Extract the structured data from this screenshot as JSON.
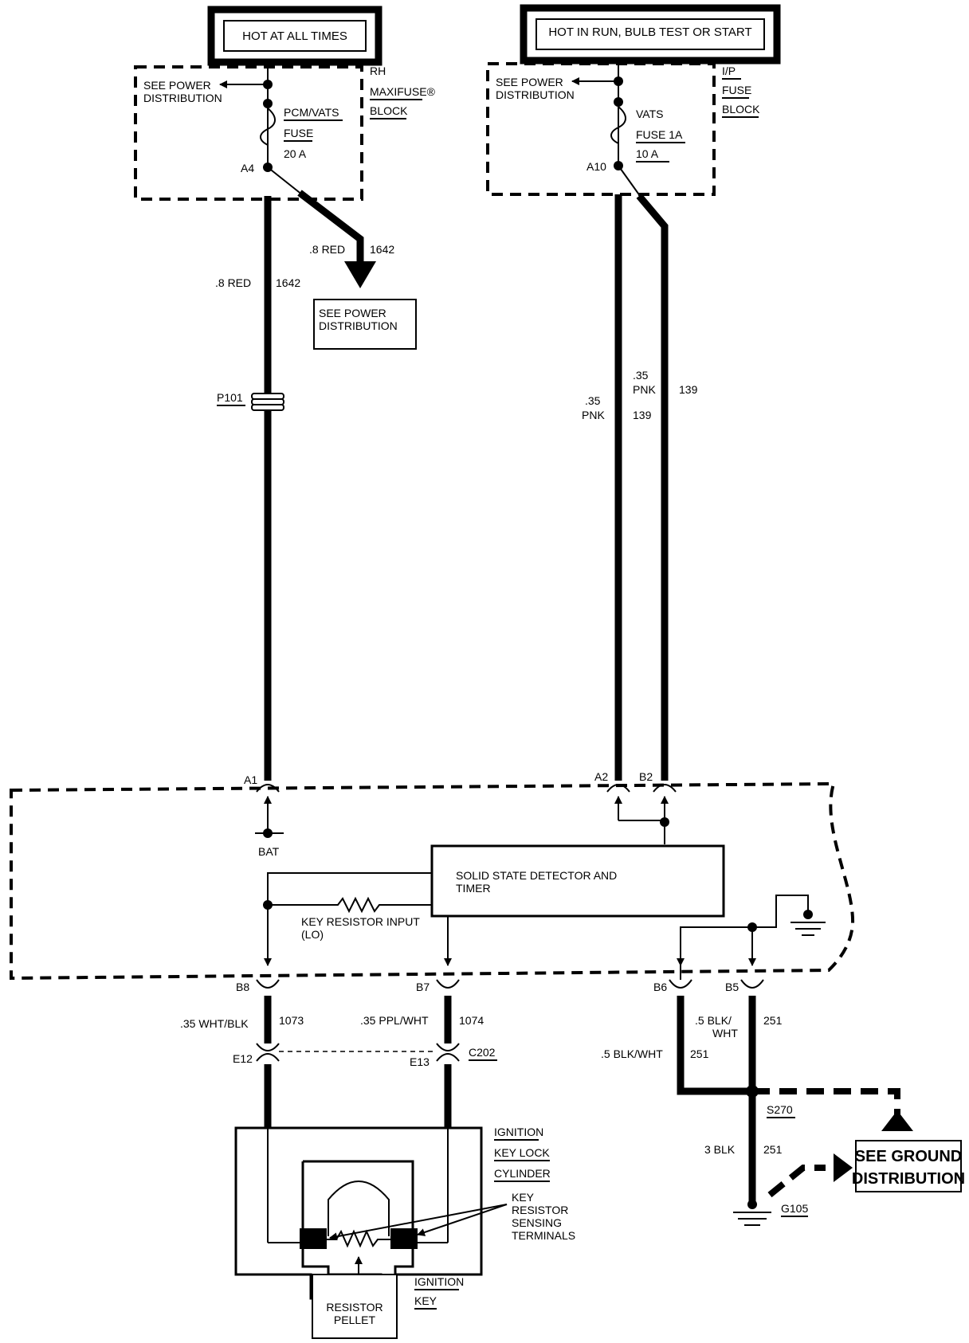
{
  "power_sources": {
    "left": "HOT AT ALL TIMES",
    "right": "HOT IN RUN, BULB TEST OR START"
  },
  "left_fuse_block": {
    "see_power": [
      "SEE POWER",
      "DISTRIBUTION"
    ],
    "block_name": [
      "RH",
      "MAXIFUSE®",
      "BLOCK"
    ],
    "fuse_name": [
      "PCM/VATS",
      "FUSE"
    ],
    "fuse_rating": "20 A",
    "terminal": "A4"
  },
  "right_fuse_block": {
    "see_power": [
      "SEE POWER",
      "DISTRIBUTION"
    ],
    "block_name": [
      "I/P",
      "FUSE",
      "BLOCK"
    ],
    "fuse_name": [
      "VATS",
      "FUSE 1A"
    ],
    "fuse_rating": "10 A",
    "terminal": "A10"
  },
  "wires": {
    "red_branch_gauge": ".8 RED",
    "red_branch_circuit": "1642",
    "red_main_gauge": ".8 RED",
    "red_main_circuit": "1642",
    "pnk_left_gauge_1": ".35",
    "pnk_left_gauge_2": "PNK",
    "pnk_left_circuit": "139",
    "pnk_right_gauge_1": ".35",
    "pnk_right_gauge_2": "PNK",
    "pnk_right_circuit": "139",
    "wht_blk_gauge": ".35 WHT/BLK",
    "wht_blk_circuit": "1073",
    "ppl_wht_gauge": ".35 PPL/WHT",
    "ppl_wht_circuit": "1074",
    "blk_wht_left_gauge": ".5 BLK/WHT",
    "blk_wht_left_circuit": "251",
    "blk_wht_right_gauge_1": ".5 BLK/",
    "blk_wht_right_gauge_2": "WHT",
    "blk_wht_right_circuit": "251",
    "blk_gauge": "3 BLK",
    "blk_circuit": "251"
  },
  "see_power_box": [
    "SEE POWER",
    "DISTRIBUTION"
  ],
  "connector_p101": "P101",
  "module": {
    "terminals": {
      "a1": "A1",
      "a2": "A2",
      "b2": "B2",
      "b8": "B8",
      "b7": "B7",
      "b6": "B6",
      "b5": "B5"
    },
    "bat": "BAT",
    "detector": [
      "SOLID STATE DETECTOR AND",
      "TIMER"
    ],
    "key_resistor_input": [
      "KEY RESISTOR INPUT",
      "(LO)"
    ]
  },
  "connector_c202": {
    "name": "C202",
    "e12": "E12",
    "e13": "E13"
  },
  "splice": "S270",
  "ground": "G105",
  "see_ground": [
    "SEE GROUND",
    "DISTRIBUTION"
  ],
  "ignition_lock": [
    "IGNITION",
    "KEY LOCK",
    "CYLINDER"
  ],
  "key_resistor_terminals": [
    "KEY",
    "RESISTOR",
    "SENSING",
    "TERMINALS"
  ],
  "ignition_key": [
    "IGNITION",
    "KEY"
  ],
  "resistor_pellet": [
    "RESISTOR",
    "PELLET"
  ]
}
